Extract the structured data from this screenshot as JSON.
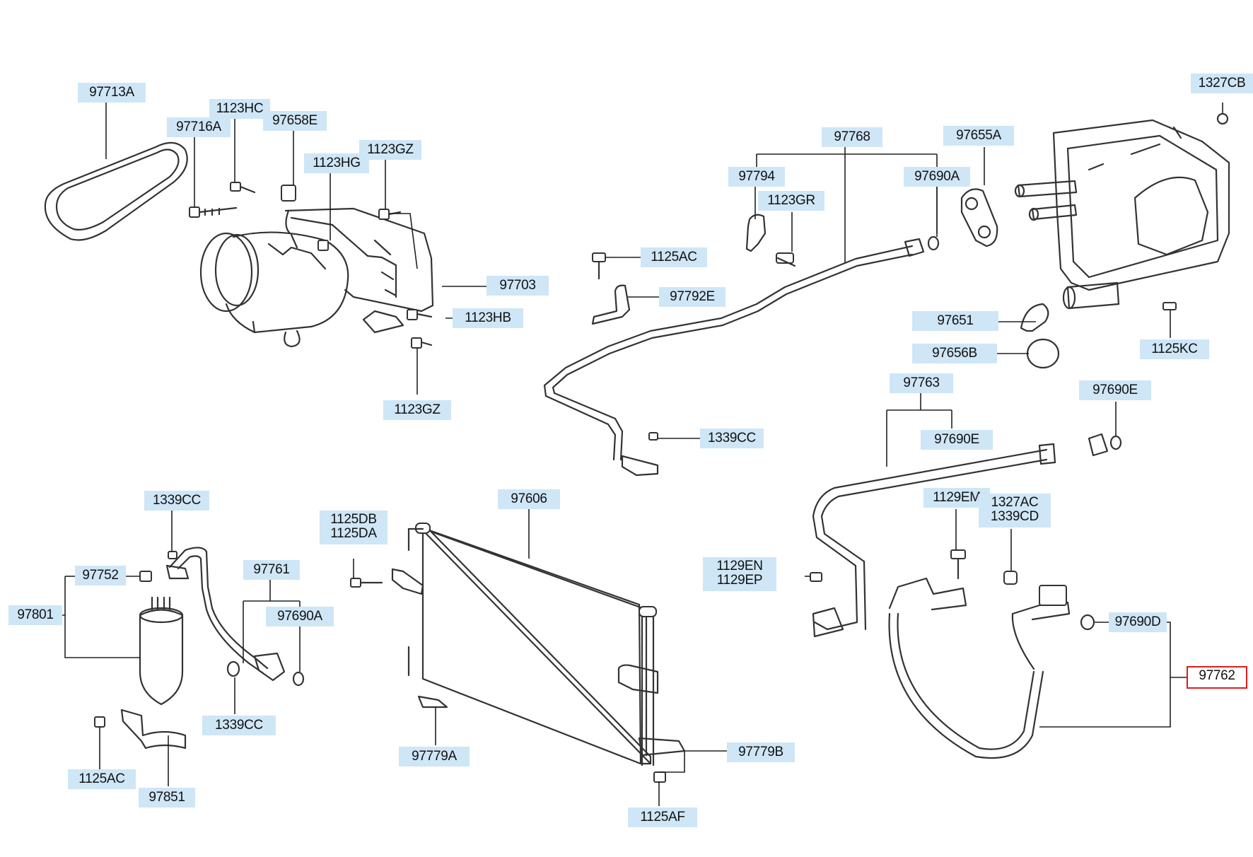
{
  "diagram": {
    "labels": {
      "l97713A": "97713A",
      "l1123HC": "1123HC",
      "l97716A": "97716A",
      "l97658E": "97658E",
      "l1123HG": "1123HG",
      "l1123GZ_top": "1123GZ",
      "l97703": "97703",
      "l1123HB": "1123HB",
      "l1123GZ_bot": "1123GZ",
      "l97768": "97768",
      "l97794": "97794",
      "l1123GR": "1123GR",
      "l97690A_top": "97690A",
      "l97655A": "97655A",
      "l1125AC_mid": "1125AC",
      "l97792E": "97792E",
      "l1339CC_mid": "1339CC",
      "l1327CB": "1327CB",
      "l97651": "97651",
      "l97656B": "97656B",
      "l1125KC": "1125KC",
      "l97763": "97763",
      "l97690E_right": "97690E",
      "l97690E_inner": "97690E",
      "l1339CC_left": "1339CC",
      "l97752": "97752",
      "l97801": "97801",
      "l97761": "97761",
      "l97690A_left": "97690A",
      "l1339CC_low": "1339CC",
      "l1125AC_low": "1125AC",
      "l97851": "97851",
      "l1125DB": "1125DB",
      "l1125DA": "1125DA",
      "l97606": "97606",
      "l97779A": "97779A",
      "l97779B": "97779B",
      "l1125AF": "1125AF",
      "l1129EM": "1129EM",
      "l1327AC": "1327AC",
      "l1339CD": "1339CD",
      "l1129EN": "1129EN",
      "l1129EP": "1129EP",
      "l97690D": "97690D",
      "l97762": "97762"
    }
  }
}
